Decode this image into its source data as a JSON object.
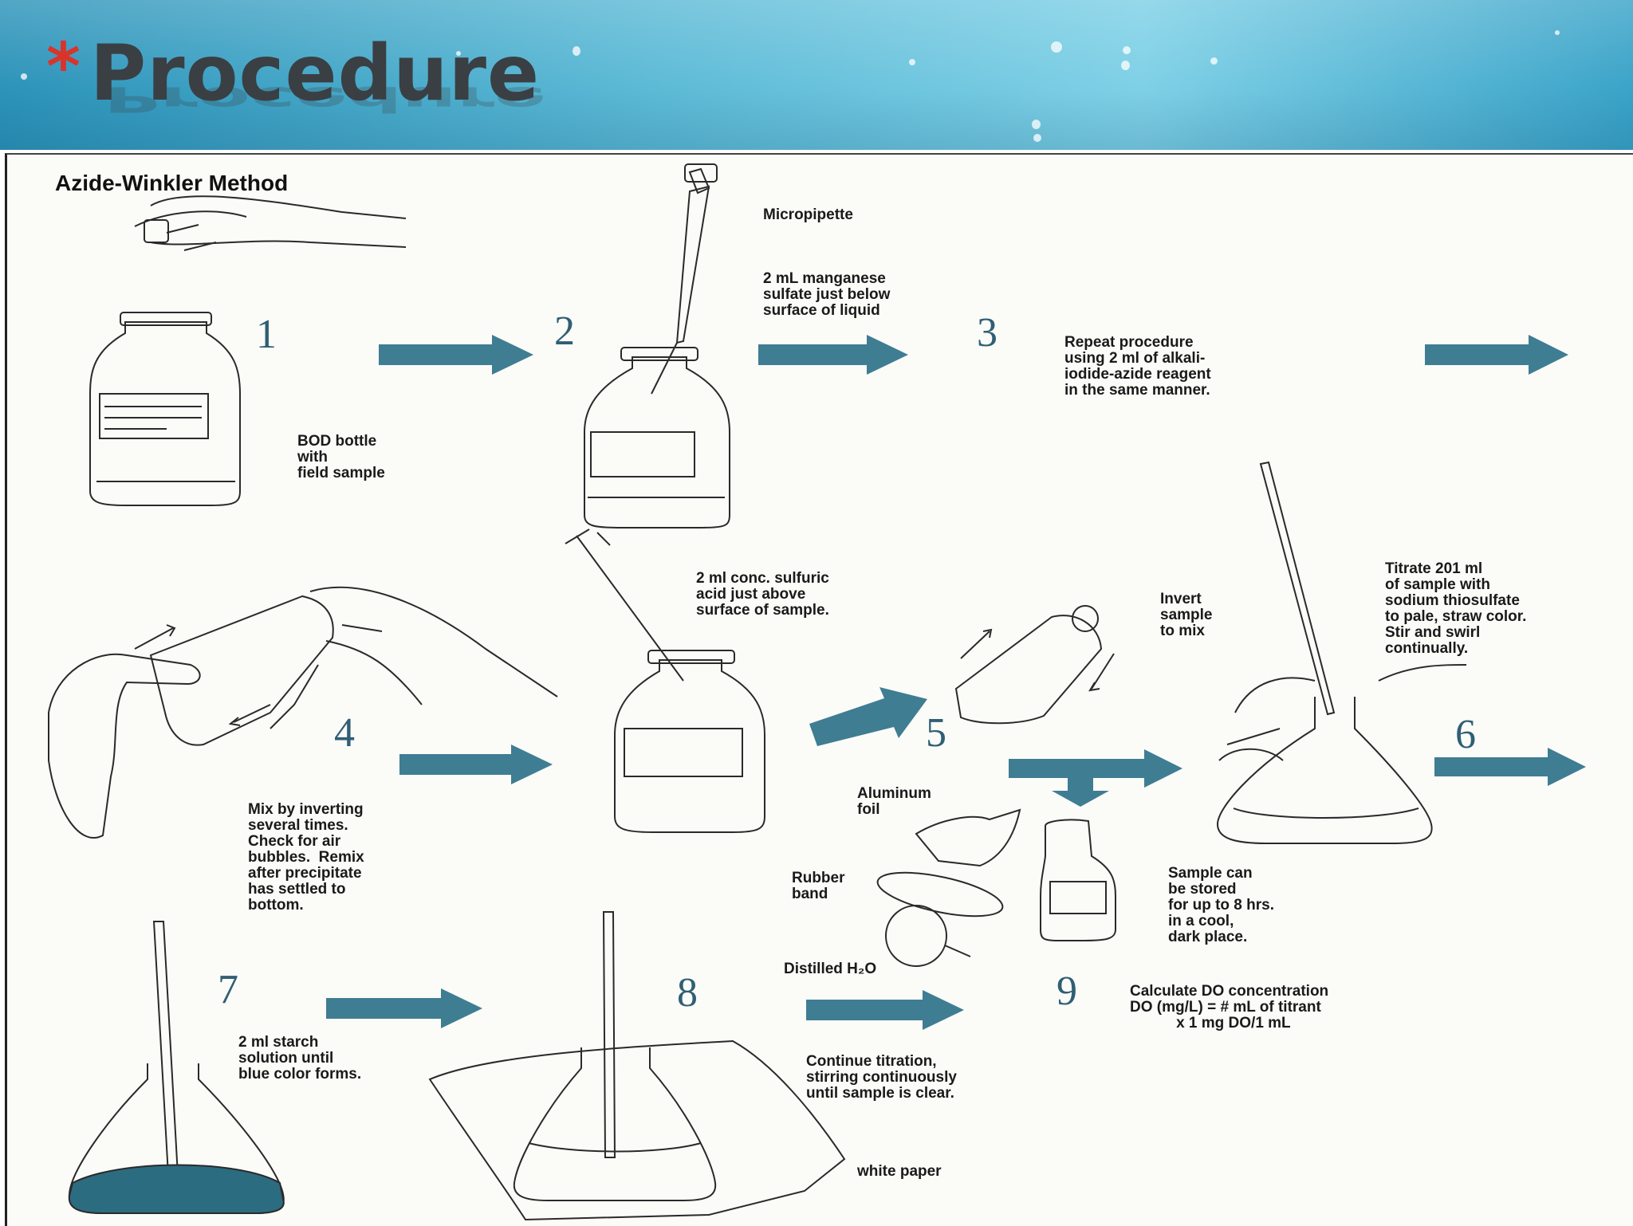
{
  "slide": {
    "title_marker": "*",
    "title": "Procedure"
  },
  "figure": {
    "heading": "Azide-Winkler Method",
    "steps": [
      {
        "number": "1",
        "caption": "BOD bottle\nwith\nfield sample"
      },
      {
        "number": "2",
        "caption": "2 mL manganese\nsulfate just below\nsurface of liquid",
        "tool": "Micropipette"
      },
      {
        "number": "3",
        "caption": "Repeat procedure\nusing 2 ml of alkali-\niodide-azide reagent\nin the same manner."
      },
      {
        "number": "4",
        "caption": "Mix by inverting\nseveral times.\nCheck for air\nbubbles.  Remix\nafter precipitate\nhas settled to\nbottom.",
        "acid": "2 ml conc. sulfuric\nacid just above\nsurface of sample."
      },
      {
        "number": "5",
        "caption": "Invert\nsample\nto mix",
        "storage": "Sample can\nbe stored\nfor up to 8 hrs.\nin a cool,\ndark place.",
        "items": [
          "Aluminum\nfoil",
          "Rubber\nband",
          "Distilled H₂O"
        ]
      },
      {
        "number": "6",
        "caption": "Titrate 201 ml\nof sample with\nsodium thiosulfate\nto pale, straw color.\nStir and swirl\ncontinually."
      },
      {
        "number": "7",
        "caption": "2 ml starch\nsolution until\nblue color forms."
      },
      {
        "number": "8",
        "caption": "Continue titration,\nstirring continuously\nuntil sample is clear.",
        "paper": "white paper"
      },
      {
        "number": "9",
        "caption": "Calculate DO concentration\nDO (mg/L) = # mL of titrant\n           x 1 mg DO/1 mL"
      }
    ]
  },
  "colors": {
    "arrow": "#3f7d93",
    "number": "#2f5f74",
    "title_star": "#d9342b",
    "title_text": "#3a3f44",
    "banner": "#5cbad6"
  }
}
